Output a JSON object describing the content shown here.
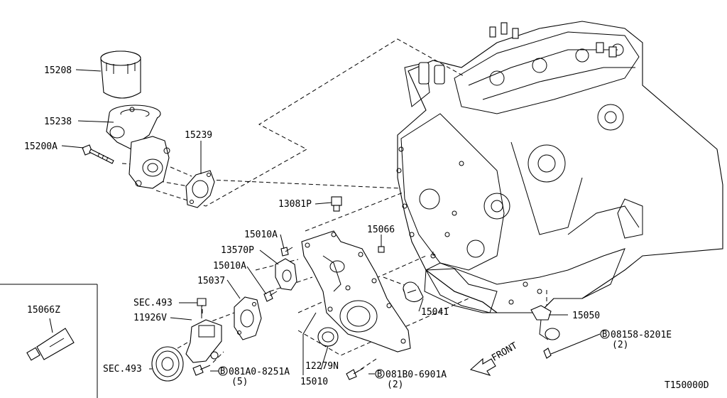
{
  "labels": {
    "p15208": "15208",
    "p15238": "15238",
    "p15200a": "15200A",
    "p15239": "15239",
    "p13081p": "13081P",
    "p15010a_top": "15010A",
    "p15066": "15066",
    "p13570p": "13570P",
    "p15010a_mid": "15010A",
    "p15037": "15037",
    "sec493_top": "SEC.493",
    "p11926v": "11926V",
    "sec493_bottom": "SEC.493",
    "bolt_8251": "081A0-8251A",
    "bolt_8251_qty": "(5)",
    "p12279n": "12279N",
    "p15010": "15010",
    "bolt_6901": "081B0-6901A",
    "bolt_6901_qty": "(2)",
    "p15041": "15041",
    "p15050": "15050",
    "bolt_8201": "08158-8201E",
    "bolt_8201_qty": "(2)",
    "front": "FRONT",
    "p15066z": "15066Z",
    "diagram_code": "T150000D"
  },
  "bolt_marker": "B"
}
